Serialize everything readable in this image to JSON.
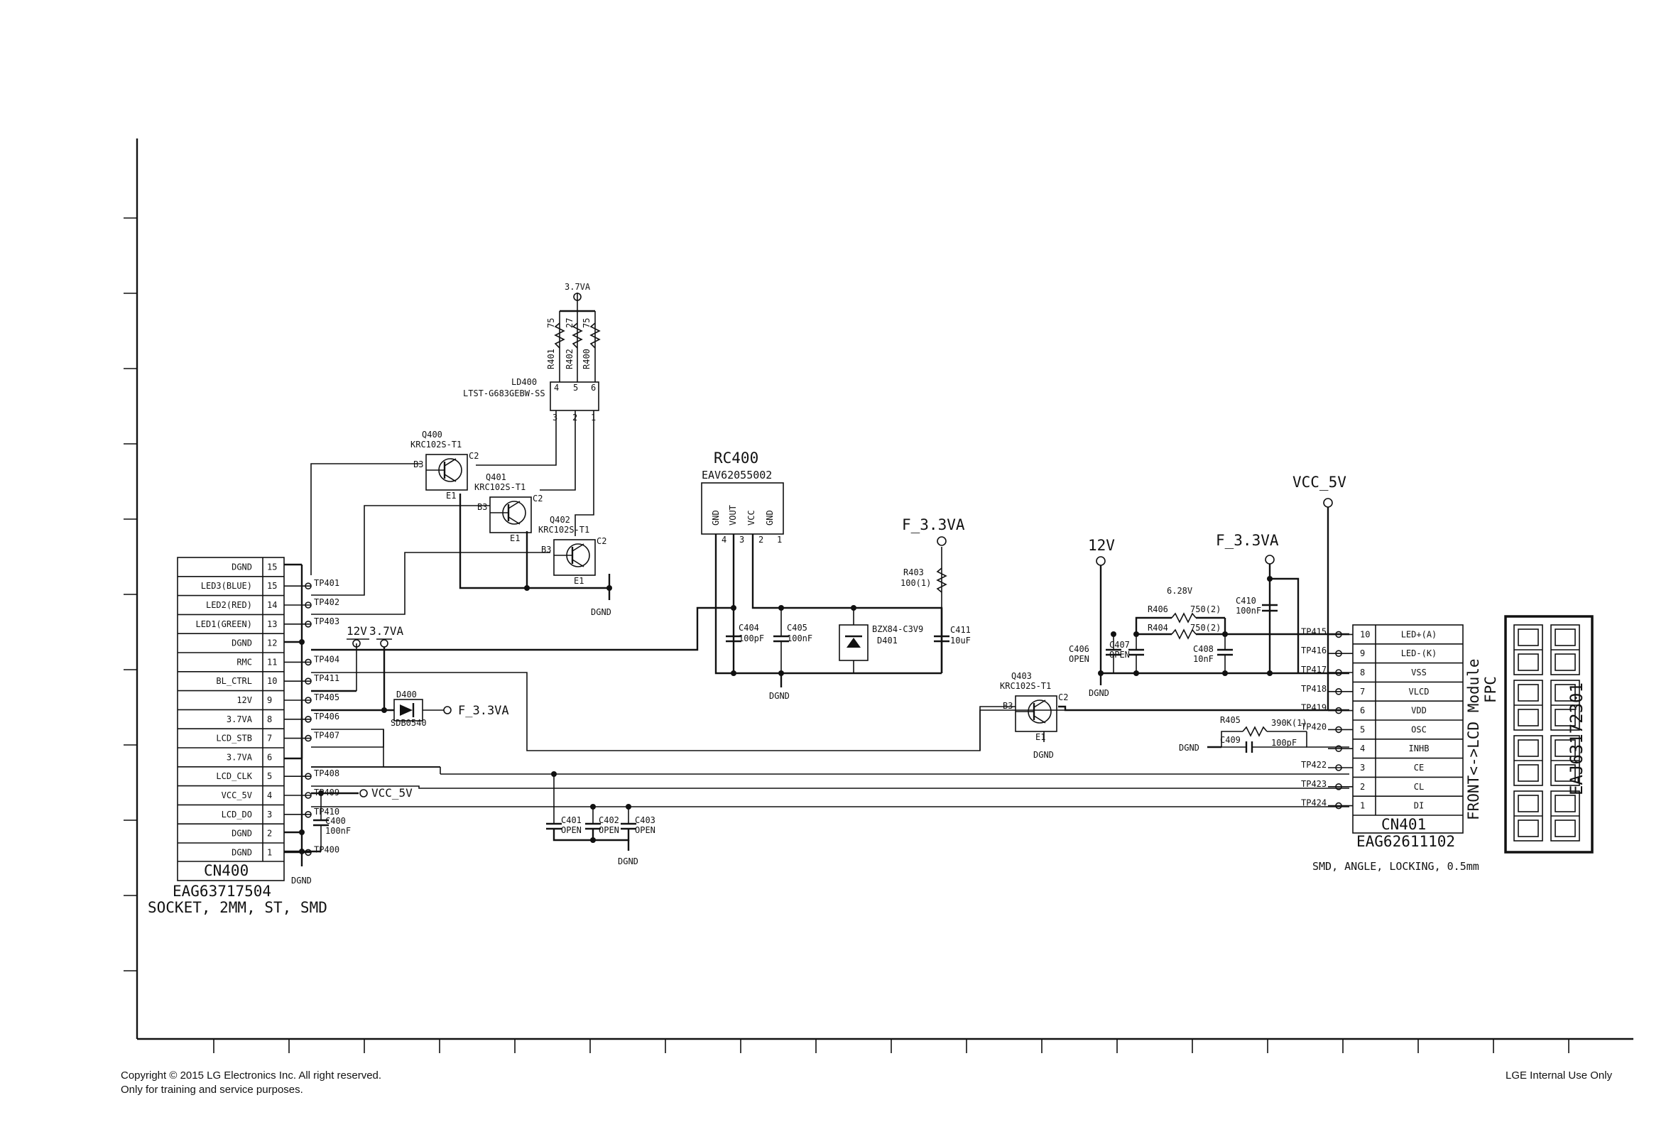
{
  "footer": {
    "copyright": "Copyright © 2015 LG Electronics Inc. All right reserved.",
    "purpose": "Only for training and service purposes.",
    "internal": "LGE Internal Use Only"
  },
  "cn400": {
    "ref": "CN400",
    "part": "EAG63717504",
    "desc": "SOCKET, 2MM, ST, SMD",
    "pins": [
      {
        "num": "15",
        "label": "DGND",
        "tp": ""
      },
      {
        "num": "15",
        "label": "LED3(BLUE)",
        "tp": "TP401"
      },
      {
        "num": "14",
        "label": "LED2(RED)",
        "tp": "TP402"
      },
      {
        "num": "13",
        "label": "LED1(GREEN)",
        "tp": "TP403"
      },
      {
        "num": "12",
        "label": "DGND",
        "tp": ""
      },
      {
        "num": "11",
        "label": "RMC",
        "tp": "TP404"
      },
      {
        "num": "10",
        "label": "BL_CTRL",
        "tp": "TP411"
      },
      {
        "num": "9",
        "label": "12V",
        "tp": "TP405"
      },
      {
        "num": "8",
        "label": "3.7VA",
        "tp": "TP406"
      },
      {
        "num": "7",
        "label": "LCD_STB",
        "tp": "TP407"
      },
      {
        "num": "6",
        "label": "3.7VA",
        "tp": ""
      },
      {
        "num": "5",
        "label": "LCD_CLK",
        "tp": "TP408"
      },
      {
        "num": "4",
        "label": "VCC_5V",
        "tp": "TP409"
      },
      {
        "num": "3",
        "label": "LCD_DO",
        "tp": "TP410"
      },
      {
        "num": "2",
        "label": "DGND",
        "tp": ""
      },
      {
        "num": "1",
        "label": "DGND",
        "tp": "TP400"
      }
    ],
    "bottom_gnd": "DGND"
  },
  "cn401": {
    "ref": "CN401",
    "part": "EAG62611102",
    "desc": "SMD, ANGLE, LOCKING, 0.5mm",
    "side_label": "FRONT<->LCD Module",
    "side_label2": "FPC",
    "pins": [
      {
        "num": "10",
        "label": "LED+(A)",
        "tp": "TP415"
      },
      {
        "num": "9",
        "label": "LED-(K)",
        "tp": "TP416"
      },
      {
        "num": "8",
        "label": "VSS",
        "tp": "TP417"
      },
      {
        "num": "7",
        "label": "VLCD",
        "tp": "TP418"
      },
      {
        "num": "6",
        "label": "VDD",
        "tp": "TP419"
      },
      {
        "num": "5",
        "label": "OSC",
        "tp": "TP420"
      },
      {
        "num": "4",
        "label": "INHB",
        "tp": ""
      },
      {
        "num": "3",
        "label": "CE",
        "tp": "TP422"
      },
      {
        "num": "2",
        "label": "CL",
        "tp": "TP423"
      },
      {
        "num": "1",
        "label": "DI",
        "tp": "TP424"
      }
    ]
  },
  "lcd": {
    "part": "EAJ63172301"
  },
  "led": {
    "ref": "LD400",
    "part": "LTST-G683GEBW-SS",
    "supply": "3.7VA",
    "resistors": [
      {
        "ref": "R401",
        "val": "75"
      },
      {
        "ref": "R402",
        "val": "27"
      },
      {
        "ref": "R400",
        "val": "75"
      }
    ],
    "top_pins": [
      "4",
      "5",
      "6"
    ],
    "bot_pins": [
      "3",
      "2",
      "1"
    ]
  },
  "transistors": [
    {
      "ref": "Q400",
      "part": "KRC102S-T1"
    },
    {
      "ref": "Q401",
      "part": "KRC102S-T1"
    },
    {
      "ref": "Q402",
      "part": "KRC102S-T1"
    },
    {
      "ref": "Q403",
      "part": "KRC102S-T1"
    }
  ],
  "transistor_pins": {
    "b": "B3",
    "c": "C2",
    "e": "E1"
  },
  "rc400": {
    "ref": "RC400",
    "part": "EAV62055002",
    "pins": [
      "GND",
      "VOUT",
      "VCC",
      "GND"
    ],
    "nums": [
      "4",
      "3",
      "2",
      "1"
    ]
  },
  "parts": {
    "c404": {
      "ref": "C404",
      "val": "100pF"
    },
    "c405": {
      "ref": "C405",
      "val": "100nF"
    },
    "d401": {
      "ref": "D401",
      "part": "BZX84-C3V9"
    },
    "c411": {
      "ref": "C411",
      "val": "10uF"
    },
    "r403": {
      "ref": "R403",
      "val": "100(1)"
    },
    "d400": {
      "ref": "D400",
      "part": "SDB0540"
    },
    "c400": {
      "ref": "C400",
      "val": "100nF"
    },
    "c401": {
      "ref": "C401",
      "val": "OPEN"
    },
    "c402": {
      "ref": "C402",
      "val": "OPEN"
    },
    "c403": {
      "ref": "C403",
      "val": "OPEN"
    },
    "r406": {
      "ref": "R406",
      "val": "750(2)"
    },
    "r404": {
      "ref": "R404",
      "val": "750(2)"
    },
    "c406": {
      "ref": "C406",
      "val": "OPEN"
    },
    "c407": {
      "ref": "C407",
      "val": "OPEN"
    },
    "c408": {
      "ref": "C408",
      "val": "10nF"
    },
    "c410": {
      "ref": "C410",
      "val": "100nF"
    },
    "r405": {
      "ref": "R405",
      "val": "390K(1)"
    },
    "c409": {
      "ref": "C409",
      "val": "100pF"
    },
    "vlcd": "6.28V"
  },
  "nets": {
    "f33_a": "F_3.3VA",
    "f33_b": "F_3.3VA",
    "f33_c": "F_3.3VA",
    "vcc5_a": "VCC_5V",
    "vcc5_b": "VCC_5V",
    "v12_a": "12V",
    "v12_b": "12V",
    "v37": "3.7VA",
    "dgnd": "DGND"
  }
}
